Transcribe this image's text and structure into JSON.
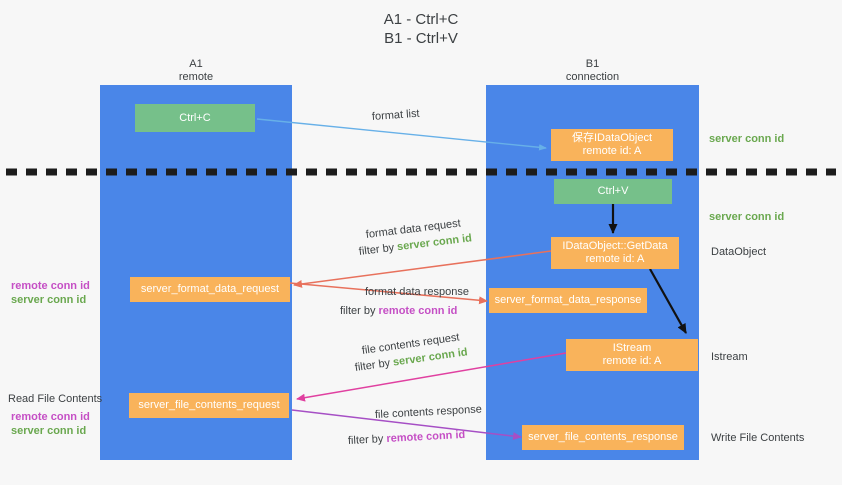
{
  "title": "A1 - Ctrl+C\nB1 - Ctrl+V",
  "lanes": [
    {
      "name": "A1",
      "sub": "remote",
      "header": "A1\nremote"
    },
    {
      "name": "B1",
      "sub": "connection",
      "header": "B1\nconnection"
    }
  ],
  "boxes": {
    "ctrl_c": "Ctrl+C",
    "ctrl_v": "Ctrl+V",
    "save_idataobject": "保存IDataObject\nremote id: A",
    "idataobject_getdata": "IDataObject::GetData\nremote id: A",
    "istream": "IStream\nremote id: A",
    "server_format_data_request": "server_format_data_request",
    "server_format_data_response": "server_format_data_response",
    "server_file_contents_request": "server_file_contents_request",
    "server_file_contents_response": "server_file_contents_response"
  },
  "arrow_labels": {
    "format_list": "format list",
    "format_data_request": "format data request",
    "format_data_request_filter_prefix": "filter by ",
    "format_data_request_filter_target": "server conn id",
    "format_data_response": "format data response",
    "format_data_response_filter_prefix": "filter by ",
    "format_data_response_filter_target": "remote conn id",
    "file_contents_request": "file contents request",
    "file_contents_request_filter_prefix": "filter by ",
    "file_contents_request_filter_target": "server conn id",
    "file_contents_response": "file contents response",
    "file_contents_response_filter_prefix": "filter by ",
    "file_contents_response_filter_target": "remote conn id"
  },
  "right_labels": {
    "server_conn_id_top": "server conn id",
    "server_conn_id_mid": "server conn id",
    "data_object": "DataObject",
    "istream": "Istream",
    "write_file_contents": "Write File Contents"
  },
  "left_labels": {
    "conn_ids_upper_remote": "remote conn id",
    "conn_ids_upper_server": "server conn id",
    "read_file_contents": "Read File Contents",
    "conn_ids_lower_remote": "remote conn id",
    "conn_ids_lower_server": "server conn id"
  },
  "colors": {
    "lane": "#4a86e8",
    "green_box": "#76c08a",
    "orange_box": "#f9b35b",
    "green_text": "#6aa84f",
    "purple_text": "#c54fc5",
    "light_blue_arrow": "#67b0e8",
    "red_arrow": "#e8715c",
    "magenta_arrow": "#e040a0",
    "purple_arrow": "#a64fc5",
    "black_arrow": "#000000",
    "divider": "#1c1c1c"
  }
}
